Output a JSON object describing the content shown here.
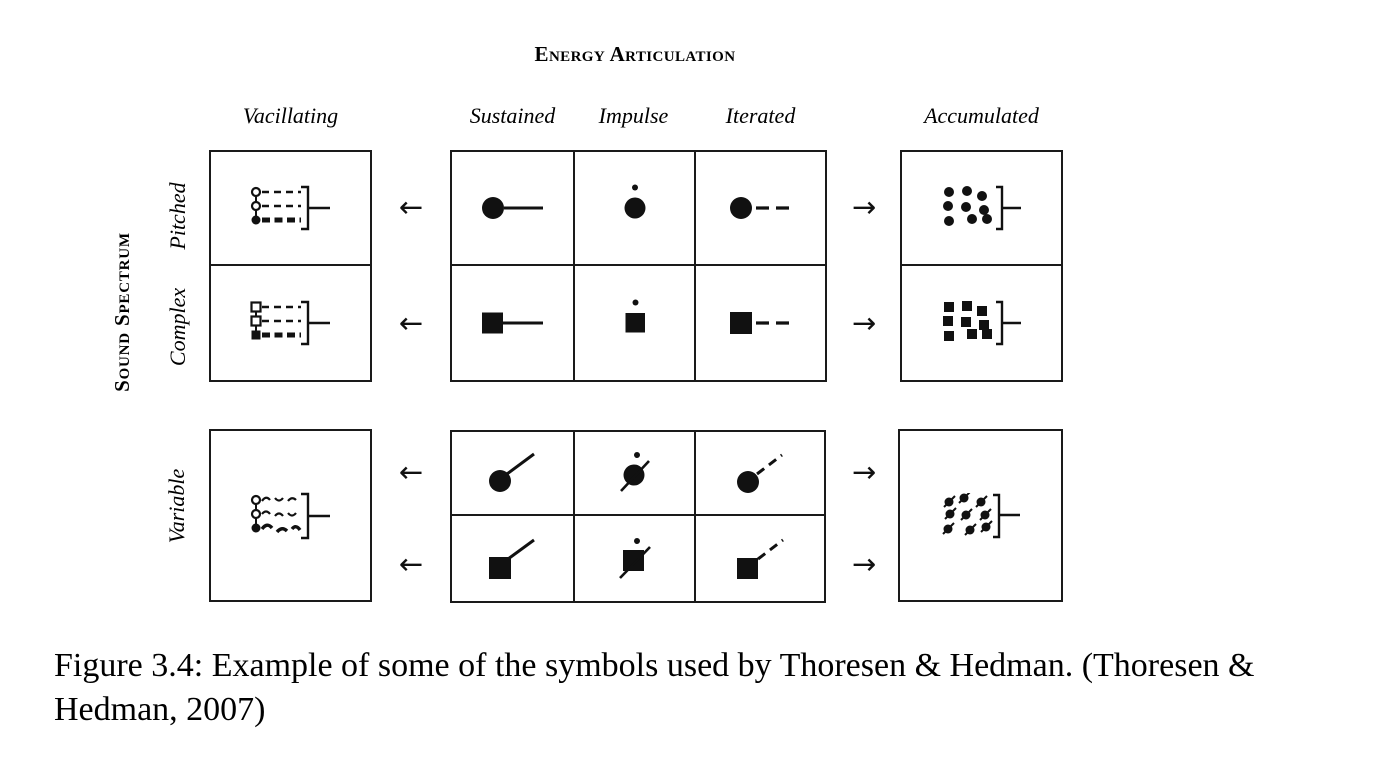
{
  "figure": {
    "title": "Energy Articulation",
    "axis_left_label": "Sound Spectrum",
    "column_headers": {
      "vacillating": "Vacillating",
      "sustained": "Sustained",
      "impulse": "Impulse",
      "iterated": "Iterated",
      "accumulated": "Accumulated"
    },
    "row_labels": {
      "pitched": "Pitched",
      "complex": "Complex",
      "variable": "Variable"
    },
    "icons": {
      "left_arrow": "←",
      "right_arrow": "→"
    }
  },
  "caption": {
    "line1": "Figure 3.4: Example of some of the symbols used by Thoresen & Hedman. (Thoresen &",
    "line2": "Hedman, 2007)"
  }
}
